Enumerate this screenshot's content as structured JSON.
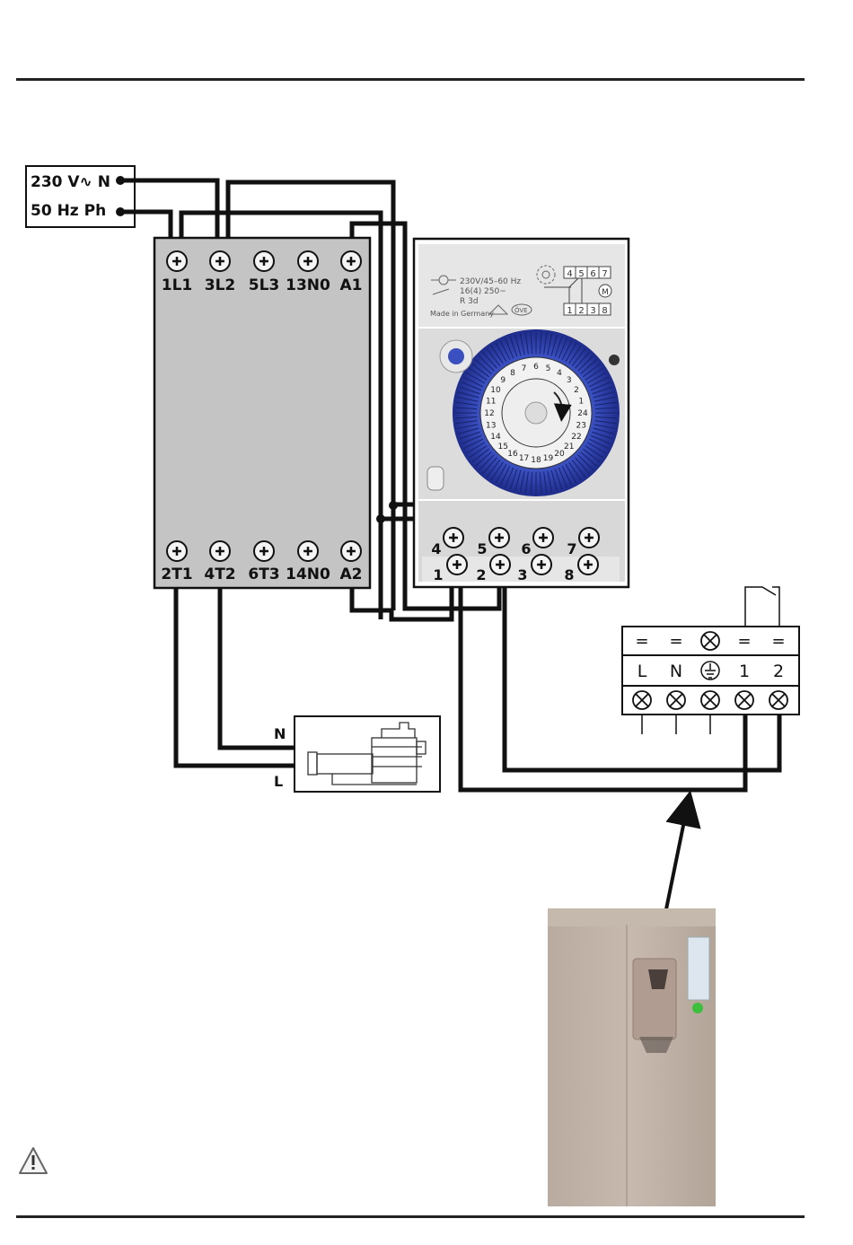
{
  "supply": {
    "line1": "230 V∿ N",
    "line2": "50 Hz  Ph"
  },
  "contactor": {
    "top_terminals": [
      "1L1",
      "3L2",
      "5L3",
      "13N0",
      "A1"
    ],
    "bottom_terminals": [
      "2T1",
      "4T2",
      "6T3",
      "14N0",
      "A2"
    ]
  },
  "timer": {
    "spec_lines": [
      "230V/45–60 Hz",
      "16(4) 250~",
      "R 3d"
    ],
    "made_in": "Made in Germany",
    "cert_mark": "ÖVE",
    "schematic_top": [
      "4",
      "5",
      "6",
      "7"
    ],
    "schematic_bottom": [
      "1",
      "2",
      "3",
      "8"
    ],
    "motor_symbol": "M",
    "terminals_top": [
      "4",
      "5",
      "6",
      "7"
    ],
    "terminals_bottom": [
      "1",
      "2",
      "3",
      "8"
    ],
    "dial_hours": [
      "1",
      "2",
      "3",
      "4",
      "5",
      "6",
      "7",
      "8",
      "9",
      "10",
      "11",
      "12",
      "13",
      "14",
      "15",
      "16",
      "17",
      "18",
      "19",
      "20",
      "21",
      "22",
      "23",
      "24"
    ]
  },
  "heatpump_terminal_block": {
    "top_symbols": [
      "=",
      "=",
      "⊗",
      "=",
      "="
    ],
    "labels": [
      "L",
      "N",
      "⏚",
      "1",
      "2"
    ]
  },
  "pump": {
    "label_n": "N",
    "label_l": "L"
  },
  "warning_icon": "⚠"
}
